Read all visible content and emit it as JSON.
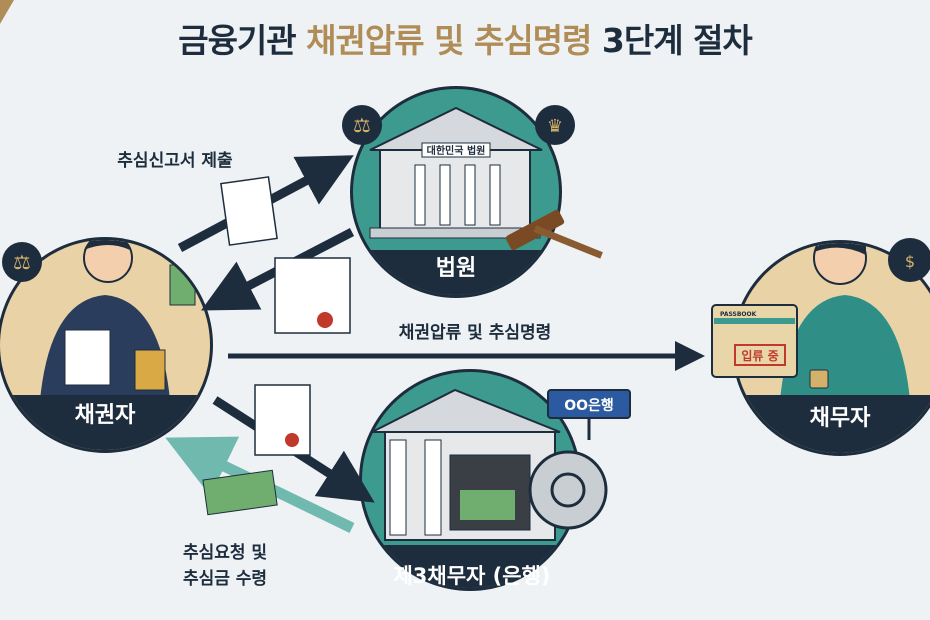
{
  "title": {
    "part1": "금융기관",
    "part2": "채권압류 및",
    "part3": "추심명령",
    "part4": "3단계 절차"
  },
  "colors": {
    "navy": "#1e2d3d",
    "gold": "#b08d57",
    "teal": "#2f8f86",
    "light_teal": "#6fb9ae",
    "background": "#eef2f5"
  },
  "nodes": {
    "court": {
      "label": "법원",
      "building_sign": "대한민국 법원",
      "icons": [
        "scales-icon",
        "crown-icon",
        "gavel-icon"
      ]
    },
    "creditor": {
      "label": "채권자",
      "icons": [
        "scales-icon",
        "money-icon",
        "coins-icon"
      ]
    },
    "debtor": {
      "label": "채무자",
      "passbook": "PASSBOOK",
      "stamp": "입류 중",
      "icons": [
        "money-bag-icon",
        "handcuffs-icon",
        "padlock-icon"
      ]
    },
    "bank": {
      "label": "제3채무자 (은행)",
      "sign": "OO은행",
      "icons": [
        "vault-icon",
        "money-icon"
      ]
    }
  },
  "arrows": {
    "submit_report": "추심신고서 제출",
    "seizure_order": "채권압류 및 추심명령",
    "collection_line1": "추심요청 및",
    "collection_line2": "추심금 수령"
  }
}
